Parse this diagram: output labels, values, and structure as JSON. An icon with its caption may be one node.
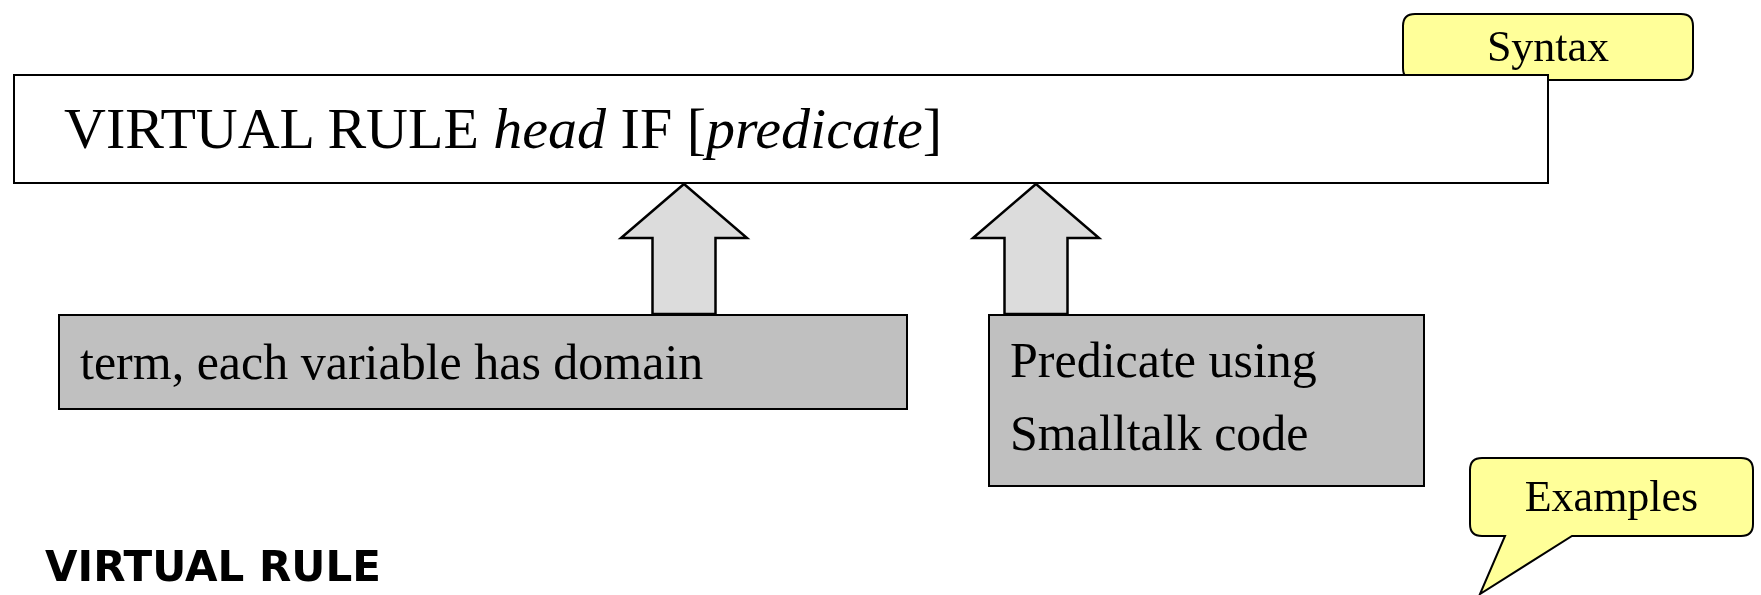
{
  "diagram": {
    "nodes": [
      {
        "text": [
          "Syntax"
        ]
      },
      {
        "text": [
          "VIRTUAL RULE *head* IF [*predicate*]"
        ]
      },
      {
        "text": [
          "term, each variable has domain"
        ]
      },
      {
        "text": [
          "Predicate using Smalltalk code"
        ]
      },
      {
        "text": [
          "Examples"
        ]
      }
    ],
    "edges": [
      {
        "from": 2,
        "to": 1,
        "arrow": "to",
        "style": "thick"
      },
      {
        "from": 3,
        "to": 1,
        "arrow": "to",
        "style": "thick"
      }
    ],
    "labels": [
      "VIRTUAL RULE"
    ]
  }
}
